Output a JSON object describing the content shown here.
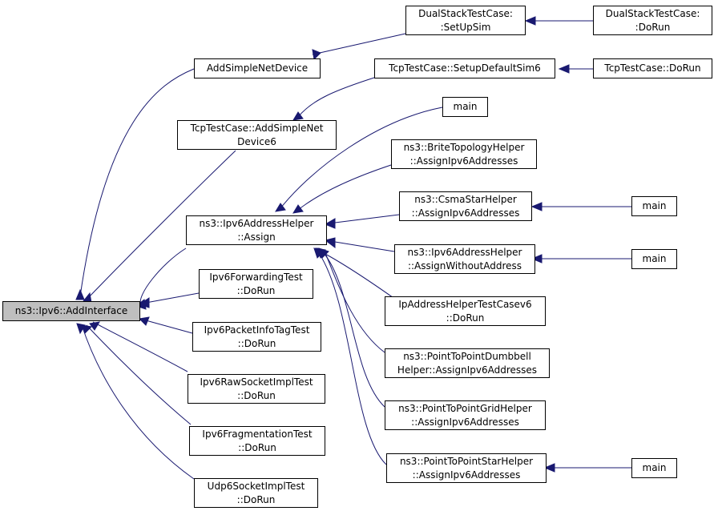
{
  "nodes": {
    "ipv6_addinterface": [
      "ns3::Ipv6::AddInterface"
    ],
    "addsimplenetdevice": [
      "AddSimpleNetDevice"
    ],
    "dualstack_setupsim": [
      "DualStackTestCase:",
      ":SetUpSim"
    ],
    "dualstack_dorun": [
      "DualStackTestCase:",
      ":DoRun"
    ],
    "tcp_setupdefaultsim6": [
      "TcpTestCase::SetupDefaultSim6"
    ],
    "tcp_dorun": [
      "TcpTestCase::DoRun"
    ],
    "tcp_addsimplenetdevice6": [
      "TcpTestCase::AddSimpleNet",
      "Device6"
    ],
    "main_top": [
      "main"
    ],
    "brite_assign": [
      "ns3::BriteTopologyHelper",
      "::AssignIpv6Addresses"
    ],
    "csmastar_assign": [
      "ns3::CsmaStarHelper",
      "::AssignIpv6Addresses"
    ],
    "main_csma": [
      "main"
    ],
    "ipv6addrhelper_assign": [
      "ns3::Ipv6AddressHelper",
      "::Assign"
    ],
    "ipv6addrhelper_assignwithout": [
      "ns3::Ipv6AddressHelper",
      "::AssignWithoutAddress"
    ],
    "main_without": [
      "main"
    ],
    "ipv6forwarding_dorun": [
      "Ipv6ForwardingTest",
      "::DoRun"
    ],
    "ipaddrhelpertest_dorun": [
      "IpAddressHelperTestCasev6",
      "::DoRun"
    ],
    "ipv6packetinfotag_dorun": [
      "Ipv6PacketInfoTagTest",
      "::DoRun"
    ],
    "p2pdumbbell_assign": [
      "ns3::PointToPointDumbbell",
      "Helper::AssignIpv6Addresses"
    ],
    "ipv6rawsocket_dorun": [
      "Ipv6RawSocketImplTest",
      "::DoRun"
    ],
    "p2pgrid_assign": [
      "ns3::PointToPointGridHelper",
      "::AssignIpv6Addresses"
    ],
    "ipv6fragmentation_dorun": [
      "Ipv6FragmentationTest",
      "::DoRun"
    ],
    "p2pstar_assign": [
      "ns3::PointToPointStarHelper",
      "::AssignIpv6Addresses"
    ],
    "main_star": [
      "main"
    ],
    "udp6socket_dorun": [
      "Udp6SocketImplTest",
      "::DoRun"
    ]
  },
  "edges": [
    [
      "addsimplenetdevice",
      "ipv6_addinterface"
    ],
    [
      "tcp_addsimplenetdevice6",
      "ipv6_addinterface"
    ],
    [
      "ipv6addrhelper_assign",
      "ipv6_addinterface"
    ],
    [
      "ipv6forwarding_dorun",
      "ipv6_addinterface"
    ],
    [
      "ipv6packetinfotag_dorun",
      "ipv6_addinterface"
    ],
    [
      "ipv6rawsocket_dorun",
      "ipv6_addinterface"
    ],
    [
      "ipv6fragmentation_dorun",
      "ipv6_addinterface"
    ],
    [
      "udp6socket_dorun",
      "ipv6_addinterface"
    ],
    [
      "dualstack_setupsim",
      "addsimplenetdevice"
    ],
    [
      "dualstack_dorun",
      "dualstack_setupsim"
    ],
    [
      "tcp_setupdefaultsim6",
      "tcp_addsimplenetdevice6"
    ],
    [
      "tcp_dorun",
      "tcp_setupdefaultsim6"
    ],
    [
      "main_top",
      "ipv6addrhelper_assign"
    ],
    [
      "brite_assign",
      "ipv6addrhelper_assign"
    ],
    [
      "csmastar_assign",
      "ipv6addrhelper_assign"
    ],
    [
      "ipv6addrhelper_assignwithout",
      "ipv6addrhelper_assign"
    ],
    [
      "ipaddrhelpertest_dorun",
      "ipv6addrhelper_assign"
    ],
    [
      "p2pdumbbell_assign",
      "ipv6addrhelper_assign"
    ],
    [
      "p2pgrid_assign",
      "ipv6addrhelper_assign"
    ],
    [
      "p2pstar_assign",
      "ipv6addrhelper_assign"
    ],
    [
      "main_csma",
      "csmastar_assign"
    ],
    [
      "main_without",
      "ipv6addrhelper_assignwithout"
    ],
    [
      "main_star",
      "p2pstar_assign"
    ]
  ],
  "colors": {
    "edge": "#191970",
    "root_fill": "#bfbfbf",
    "node_fill": "#ffffff",
    "border": "#000000"
  }
}
